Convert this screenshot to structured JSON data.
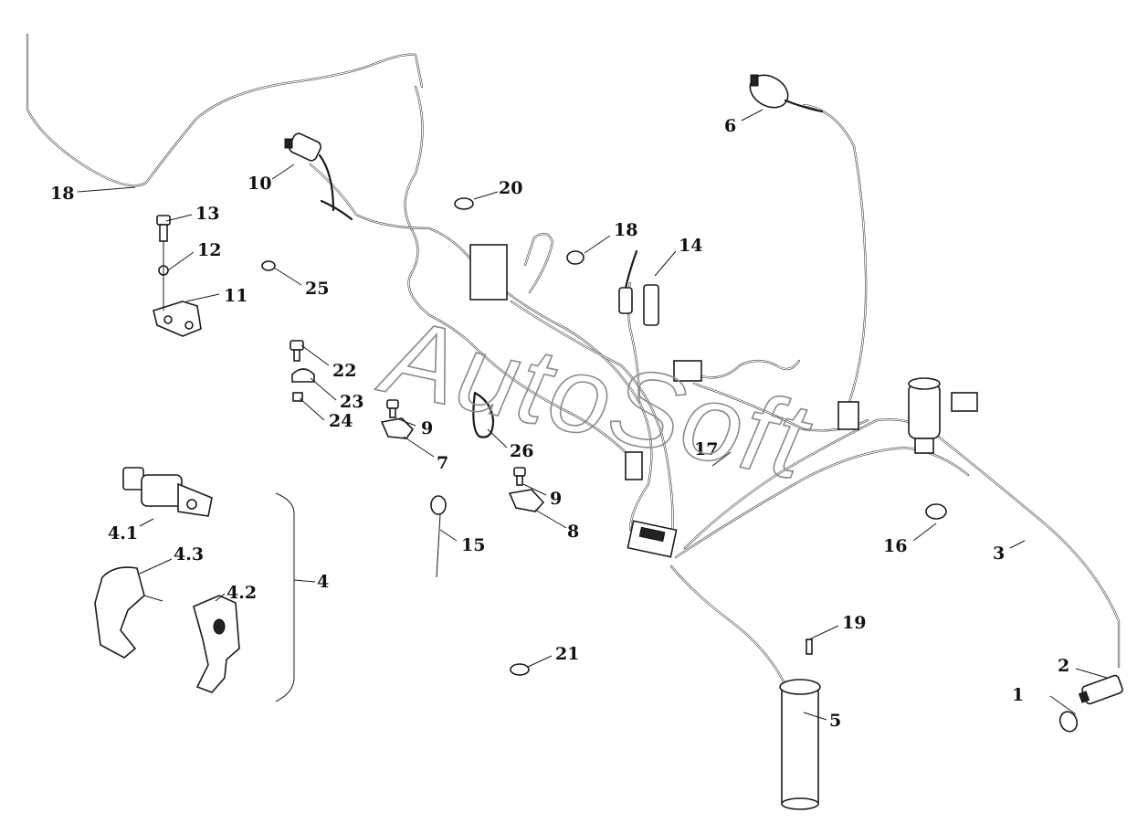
{
  "watermark": "AutoSoft",
  "callouts": [
    {
      "id": "c1",
      "text": "1"
    },
    {
      "id": "c2",
      "text": "2"
    },
    {
      "id": "c3",
      "text": "3"
    },
    {
      "id": "c4",
      "text": "4"
    },
    {
      "id": "c4_1",
      "text": "4.1"
    },
    {
      "id": "c4_2",
      "text": "4.2"
    },
    {
      "id": "c4_3",
      "text": "4.3"
    },
    {
      "id": "c5",
      "text": "5"
    },
    {
      "id": "c6",
      "text": "6"
    },
    {
      "id": "c7",
      "text": "7"
    },
    {
      "id": "c8",
      "text": "8"
    },
    {
      "id": "c9a",
      "text": "9"
    },
    {
      "id": "c9b",
      "text": "9"
    },
    {
      "id": "c10",
      "text": "10"
    },
    {
      "id": "c11",
      "text": "11"
    },
    {
      "id": "c12",
      "text": "12"
    },
    {
      "id": "c13",
      "text": "13"
    },
    {
      "id": "c14",
      "text": "14"
    },
    {
      "id": "c15",
      "text": "15"
    },
    {
      "id": "c16",
      "text": "16"
    },
    {
      "id": "c17",
      "text": "17"
    },
    {
      "id": "c18a",
      "text": "18"
    },
    {
      "id": "c18b",
      "text": "18"
    },
    {
      "id": "c19",
      "text": "19"
    },
    {
      "id": "c20",
      "text": "20"
    },
    {
      "id": "c21",
      "text": "21"
    },
    {
      "id": "c22",
      "text": "22"
    },
    {
      "id": "c23",
      "text": "23"
    },
    {
      "id": "c24",
      "text": "24"
    },
    {
      "id": "c25",
      "text": "25"
    },
    {
      "id": "c26",
      "text": "26"
    }
  ]
}
